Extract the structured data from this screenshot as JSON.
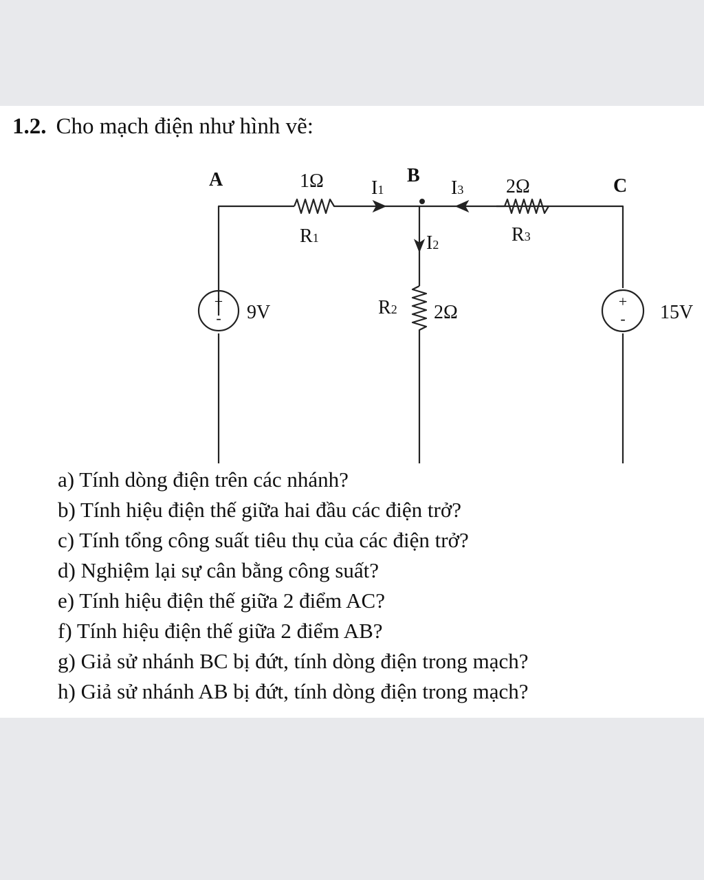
{
  "problem": {
    "number": "1.2.",
    "text": "Cho mạch điện như hình vẽ:"
  },
  "circuit": {
    "nodes": {
      "a": "A",
      "b": "B",
      "c": "C"
    },
    "r1": {
      "name": "R",
      "sub": "1",
      "value": "1Ω"
    },
    "r2": {
      "name": "R",
      "sub": "2",
      "value": "2Ω"
    },
    "r3": {
      "name": "R",
      "sub": "3",
      "value": "2Ω"
    },
    "i1": {
      "name": "I",
      "sub": "1"
    },
    "i2": {
      "name": "I",
      "sub": "2"
    },
    "i3": {
      "name": "I",
      "sub": "3"
    },
    "source_left": {
      "value": "9V",
      "plus": "+",
      "minus": "-"
    },
    "source_right": {
      "value": "15V",
      "plus": "+",
      "minus": "-"
    }
  },
  "questions": [
    "a) Tính dòng điện trên các nhánh?",
    "b) Tính hiệu điện thế giữa hai đầu các điện trở?",
    "c) Tính tổng công suất tiêu thụ của các điện trở?",
    "d) Nghiệm lại sự cân bằng công suất?",
    "e) Tính hiệu điện thế giữa 2 điểm AC?",
    "f) Tính hiệu điện thế giữa 2 điểm AB?",
    "g) Giả sử nhánh BC bị đứt, tính dòng điện trong mạch?",
    "h) Giả sử nhánh AB bị đứt, tính dòng điện trong mạch?"
  ]
}
